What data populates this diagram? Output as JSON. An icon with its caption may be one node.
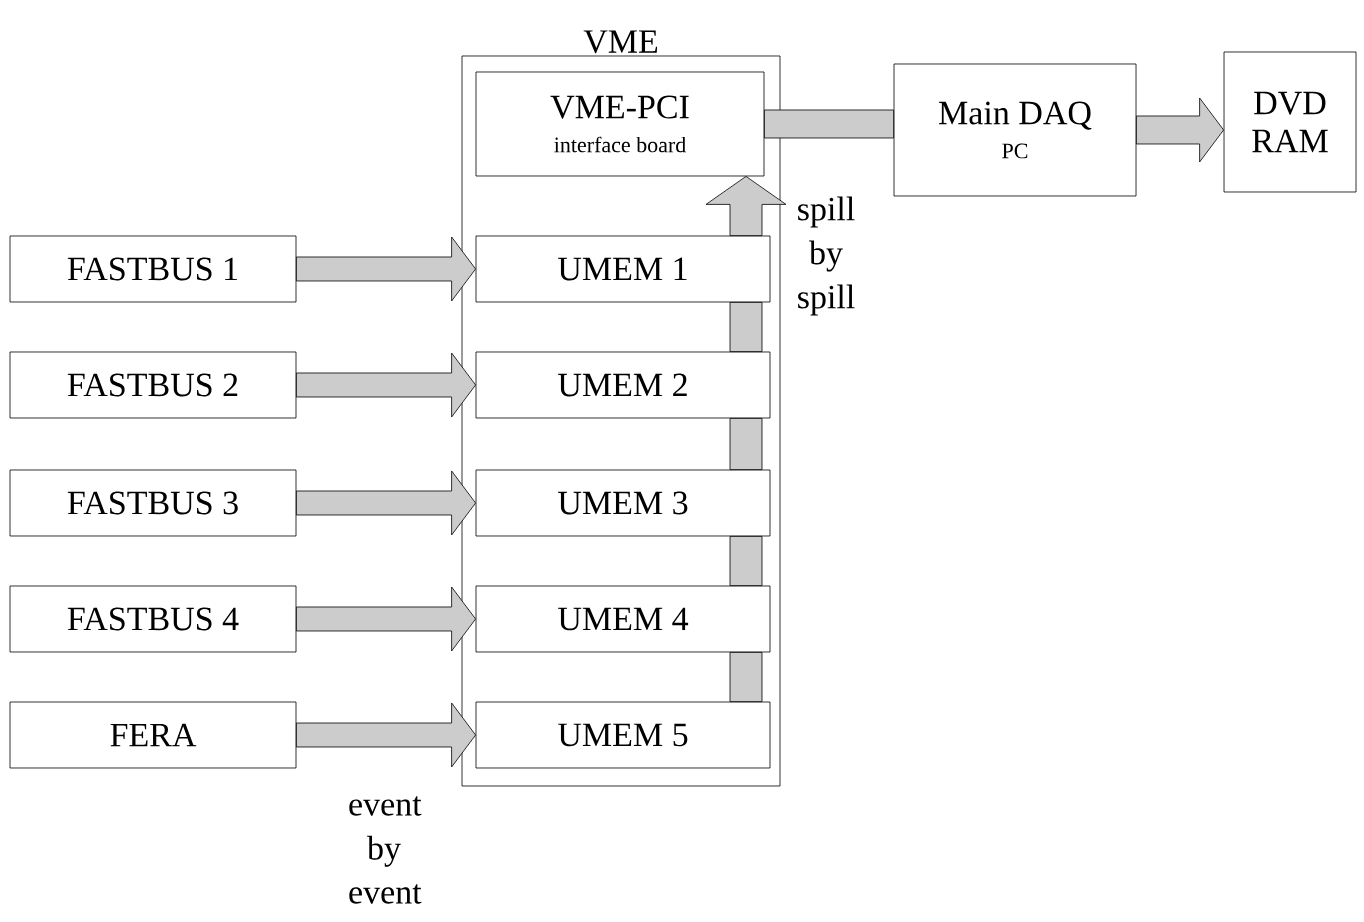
{
  "diagram": {
    "nodes": [
      {
        "text": [
          "VME"
        ]
      },
      {
        "text": [
          "VME-PCI",
          "interface board"
        ],
        "in": 0
      },
      {
        "text": [
          "UMEM 1"
        ],
        "in": 0
      },
      {
        "text": [
          "UMEM 2"
        ],
        "in": 0
      },
      {
        "text": [
          "UMEM 3"
        ],
        "in": 0
      },
      {
        "text": [
          "UMEM 4"
        ],
        "in": 0
      },
      {
        "text": [
          "UMEM 5"
        ],
        "in": 0
      },
      {
        "text": [
          "FASTBUS 1"
        ]
      },
      {
        "text": [
          "FASTBUS 2"
        ]
      },
      {
        "text": [
          "FASTBUS 3"
        ]
      },
      {
        "text": [
          "FASTBUS 4"
        ]
      },
      {
        "text": [
          "FERA"
        ]
      },
      {
        "text": [
          "Main DAQ",
          "PC"
        ]
      },
      {
        "text": [
          "DVD RAM"
        ]
      }
    ],
    "edges": [
      {
        "from": 7,
        "to": 2,
        "arrow": "to"
      },
      {
        "from": 8,
        "to": 3,
        "arrow": "to"
      },
      {
        "from": 9,
        "to": 4,
        "arrow": "to"
      },
      {
        "from": 10,
        "to": 5,
        "arrow": "to"
      },
      {
        "from": 11,
        "to": 6,
        "arrow": "to",
        "label": "event by event"
      },
      {
        "from": 6,
        "to": 5,
        "arrow": "none"
      },
      {
        "from": 5,
        "to": 4,
        "arrow": "none"
      },
      {
        "from": 4,
        "to": 3,
        "arrow": "none"
      },
      {
        "from": 3,
        "to": 2,
        "arrow": "none"
      },
      {
        "from": 2,
        "to": 1,
        "arrow": "to"
      },
      {
        "from": 1,
        "to": 12,
        "arrow": "none",
        "label": "spill by spill"
      },
      {
        "from": 12,
        "to": 13,
        "arrow": "to"
      }
    ]
  }
}
